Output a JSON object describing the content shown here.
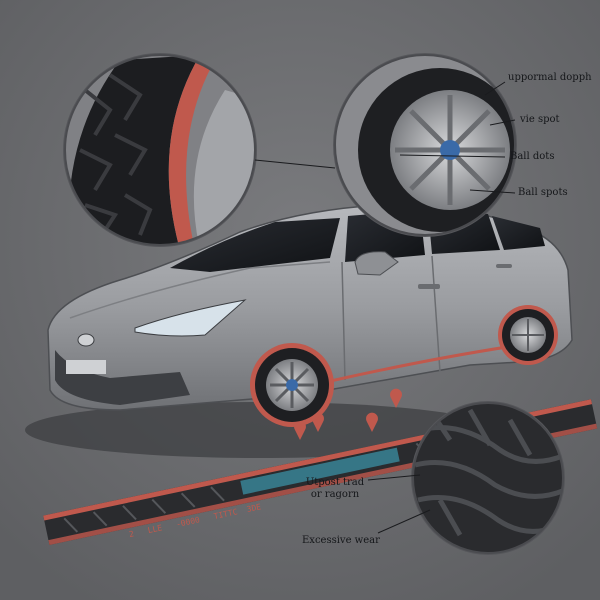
{
  "callouts": {
    "uppermal_depth": "uppormal dopph",
    "vie_spot": "vie spot",
    "ball_dots": "Ball dots",
    "ball_spots": "Ball spots",
    "uneven_tread_line1": "Utpost trad",
    "uneven_tread_line2": "or ragorn",
    "excessive_wear": "Excessive wear"
  },
  "tread_strip_text": "2   LLE   -0000   TITTC  3DE",
  "colors": {
    "background": "#6f7073",
    "car_body": "#9a9ca0",
    "tire": "#1e1f22",
    "accent": "#c0594d",
    "highlight": "#3fa9c2"
  }
}
